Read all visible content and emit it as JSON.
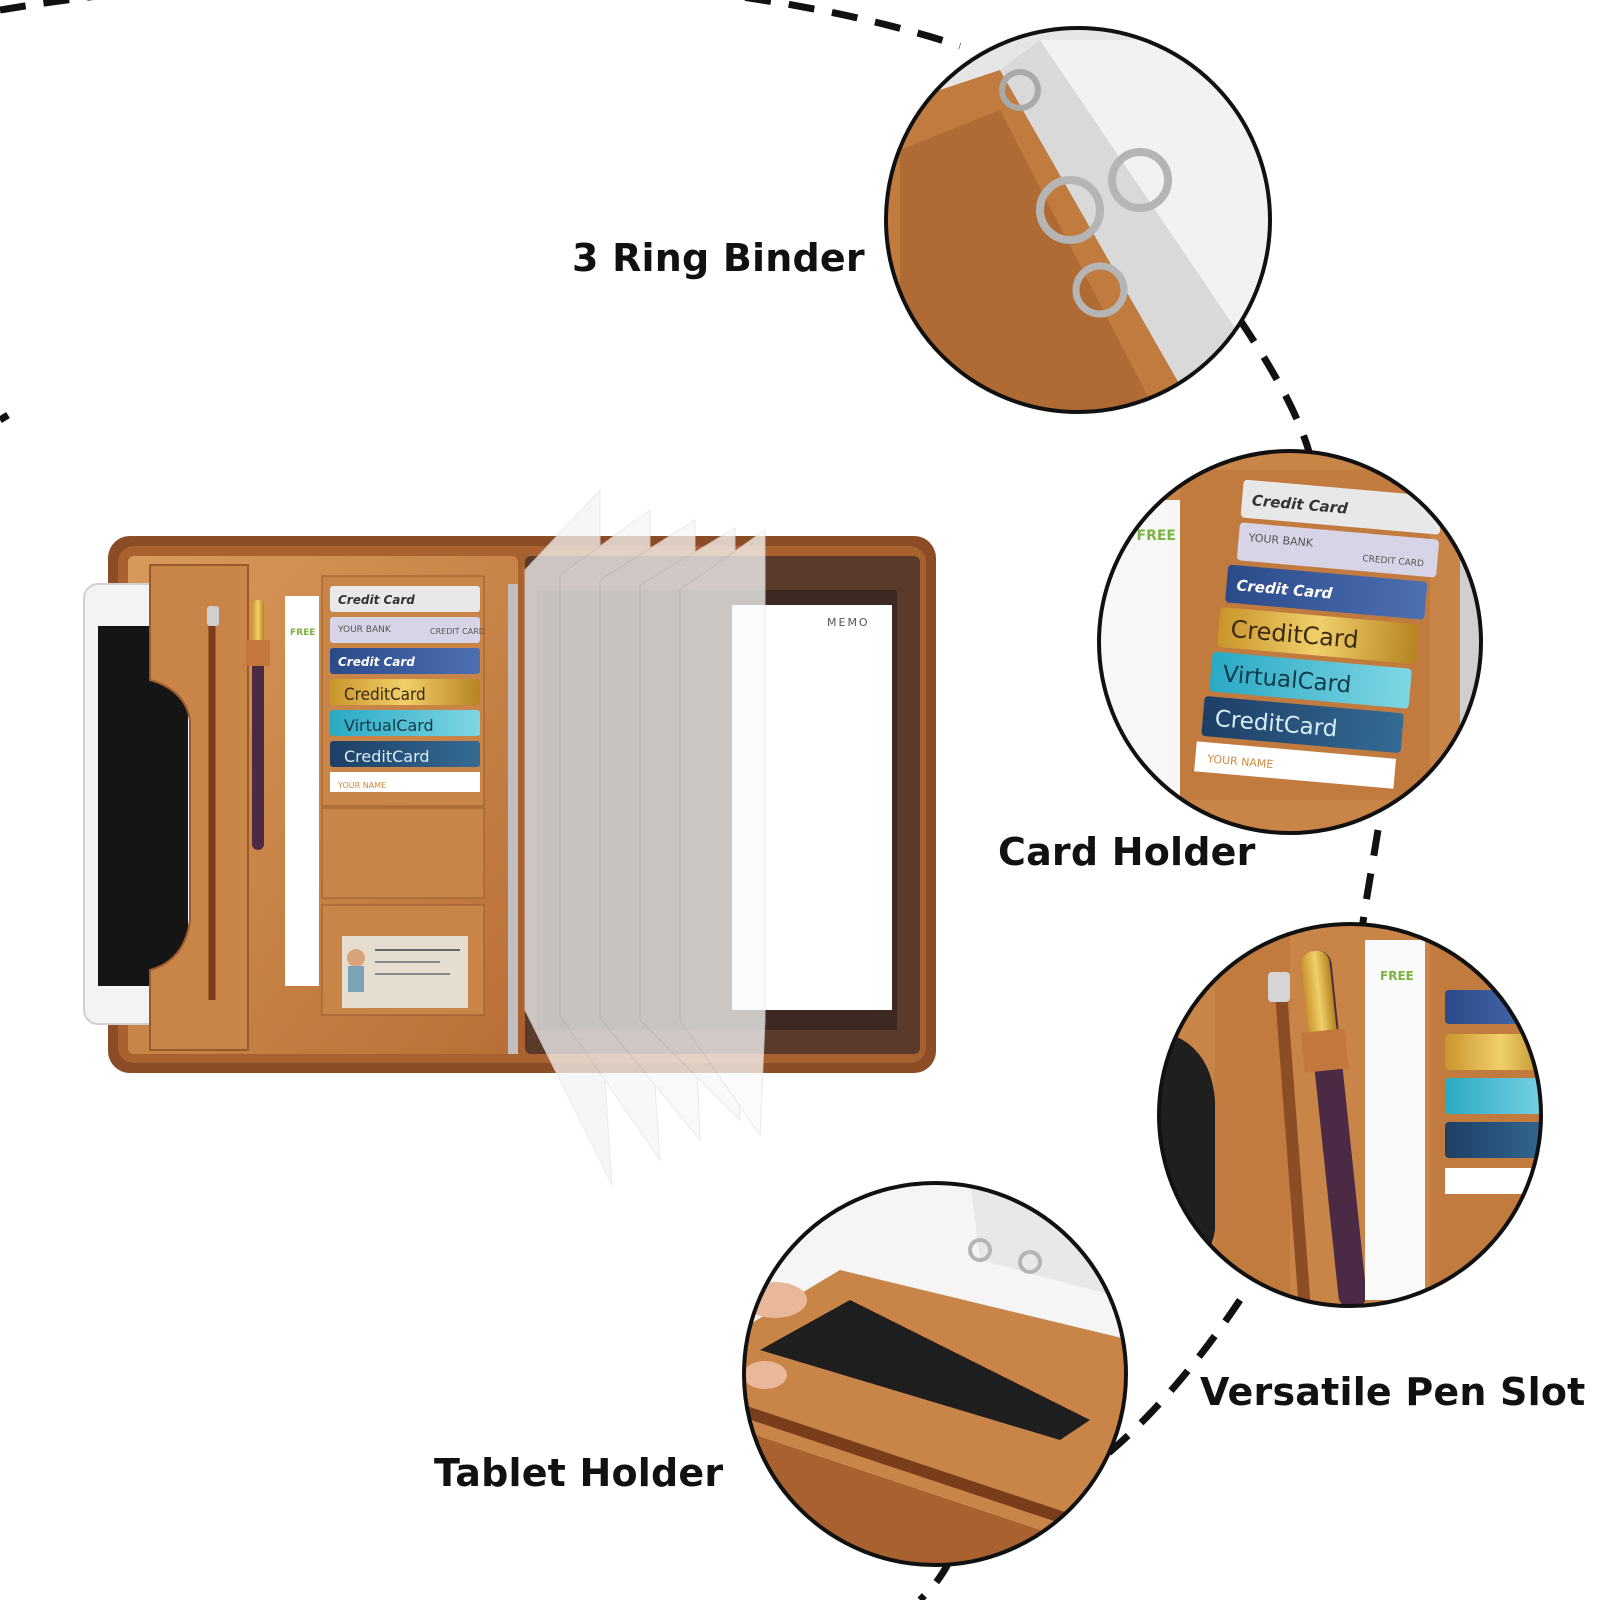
{
  "labels": {
    "ring_binder": "3 Ring Binder",
    "card_holder": "Card Holder",
    "pen_slot": "Versatile Pen Slot",
    "tablet_holder": "Tablet Holder"
  },
  "cards": {
    "credit_card_script": "Credit Card",
    "your_bank": "YOUR BANK",
    "credit_card_caps": "CREDIT CARD",
    "credit_card": "CreditCard",
    "virtual_card": "VirtualCard",
    "your_name": "YOUR NAME",
    "free": "FREE"
  },
  "memo": "MEMO",
  "colors": {
    "leather": "#c27b3f",
    "leather_light": "#d99a5e",
    "leather_dark": "#7a4322",
    "ink": "#111111"
  }
}
